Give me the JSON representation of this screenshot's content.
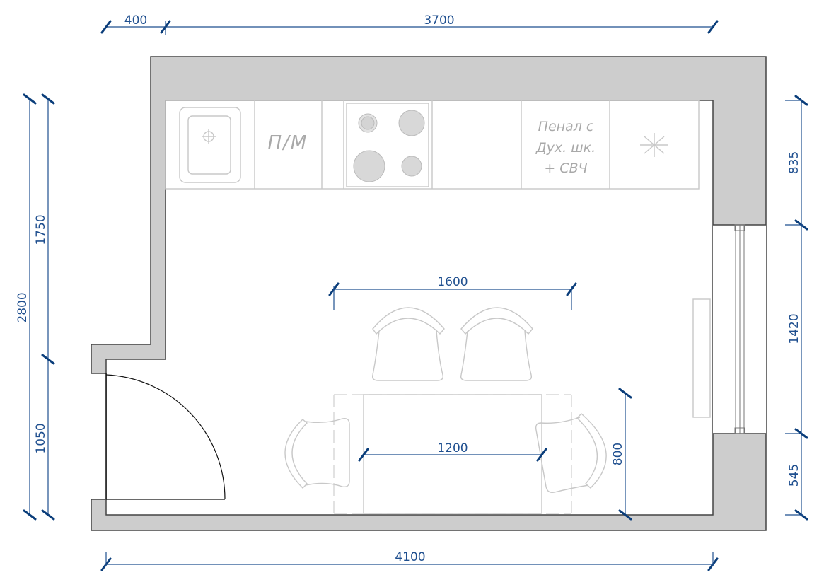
{
  "dimensions": {
    "top_left": "400",
    "top_main": "3700",
    "bottom": "4100",
    "left_total": "2800",
    "left_upper": "1750",
    "left_lower": "1050",
    "right_top": "835",
    "right_window": "1420",
    "right_bottom": "545",
    "chairs_span": "1600",
    "table_width": "1200",
    "table_depth": "800"
  },
  "cabinets": {
    "dishwasher": "П/М",
    "tall_unit_line1": "Пенал с",
    "tall_unit_line2": "Дух. шк.",
    "tall_unit_line3": "+ СВЧ"
  }
}
